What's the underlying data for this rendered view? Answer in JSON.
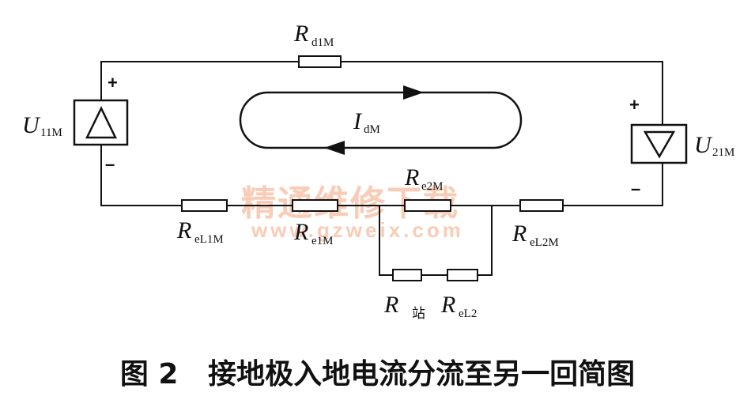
{
  "diagram": {
    "sources": {
      "left": {
        "main": "U",
        "sub": "11M",
        "plus": "+",
        "minus": "–"
      },
      "right": {
        "main": "U",
        "sub": "21M",
        "plus": "+",
        "minus": "–"
      }
    },
    "resistors": {
      "top": {
        "main": "R",
        "sub": "d1M"
      },
      "left_gnd": {
        "main": "R",
        "sub": "eL1M"
      },
      "e1": {
        "main": "R",
        "sub": "e1M"
      },
      "e2": {
        "main": "R",
        "sub": "e2M"
      },
      "right_gnd": {
        "main": "R",
        "sub": "eL2M"
      },
      "station": {
        "main": "R",
        "sub": "站"
      },
      "el2": {
        "main": "R",
        "sub": "eL2"
      }
    },
    "current": {
      "main": "I",
      "sub": "dM"
    }
  },
  "watermark": {
    "line1": "精通维修下载",
    "line2": "www.gzweix.com"
  },
  "caption": {
    "label": "图 2",
    "title": "接地极入地电流分流至另一回简图"
  }
}
